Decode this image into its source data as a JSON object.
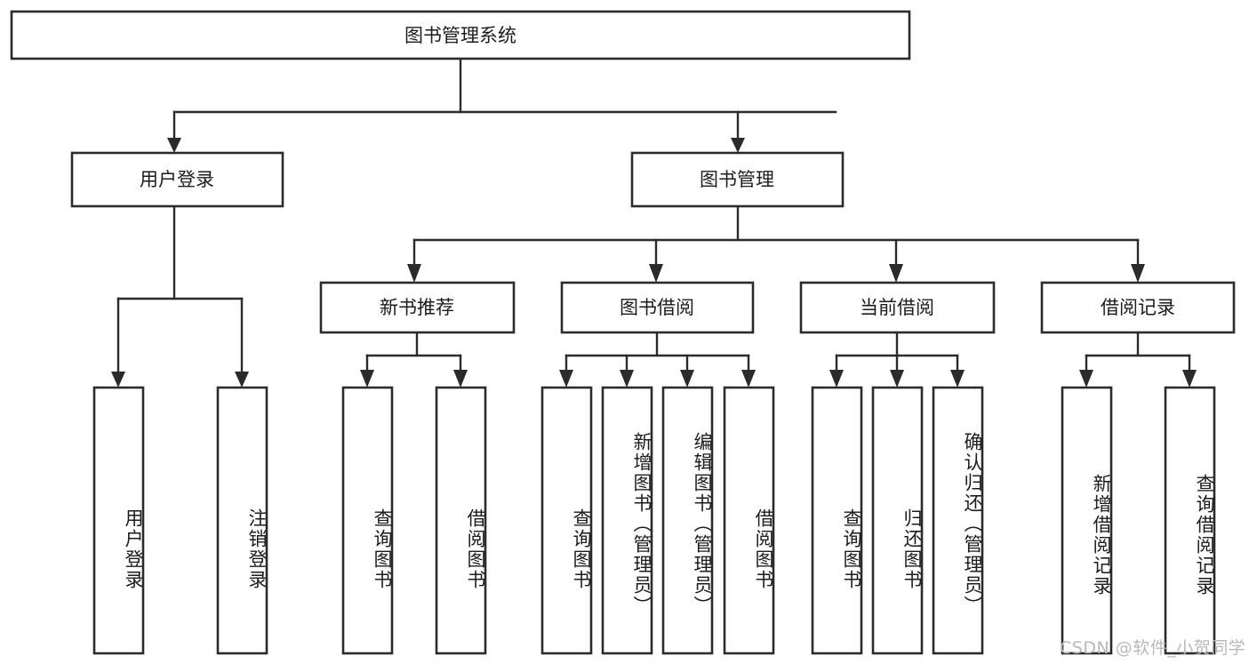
{
  "diagram": {
    "type": "tree",
    "title": "图书管理系统",
    "orientation": "top-down",
    "colors": {
      "box_stroke": "#2b2b2b",
      "box_fill": "#ffffff",
      "connector": "#2b2b2b",
      "text": "#1c1c1c",
      "background": "#ffffff",
      "watermark": "#b9b9b9"
    },
    "root": {
      "label": "图书管理系统",
      "orientation": "horizontal"
    },
    "level2": [
      {
        "label": "用户登录",
        "orientation": "horizontal"
      },
      {
        "label": "图书管理",
        "orientation": "horizontal"
      }
    ],
    "level3": [
      {
        "label": "新书推荐",
        "orientation": "horizontal"
      },
      {
        "label": "图书借阅",
        "orientation": "horizontal"
      },
      {
        "label": "当前借阅",
        "orientation": "horizontal"
      },
      {
        "label": "借阅记录",
        "orientation": "horizontal"
      }
    ],
    "leaves": {
      "user_login": [
        {
          "label": "用户登录",
          "orientation": "vertical"
        },
        {
          "label": "注销登录",
          "orientation": "vertical"
        }
      ],
      "new_book_recommend": [
        {
          "label": "查询图书",
          "orientation": "vertical"
        },
        {
          "label": "借阅图书",
          "orientation": "vertical"
        }
      ],
      "book_borrow": [
        {
          "label": "查询图书",
          "orientation": "vertical"
        },
        {
          "label": "新增图书（管理员）",
          "orientation": "vertical"
        },
        {
          "label": "编辑图书（管理员）",
          "orientation": "vertical"
        },
        {
          "label": "借阅图书",
          "orientation": "vertical"
        }
      ],
      "current_borrow": [
        {
          "label": "查询图书",
          "orientation": "vertical"
        },
        {
          "label": "归还图书",
          "orientation": "vertical"
        },
        {
          "label": "确认归还（管理员）",
          "orientation": "vertical"
        }
      ],
      "borrow_record": [
        {
          "label": "新增借阅记录",
          "orientation": "vertical"
        },
        {
          "label": "查询借阅记录",
          "orientation": "vertical"
        }
      ]
    }
  },
  "watermark": {
    "text": "CSDN @软件_小贺同学"
  }
}
